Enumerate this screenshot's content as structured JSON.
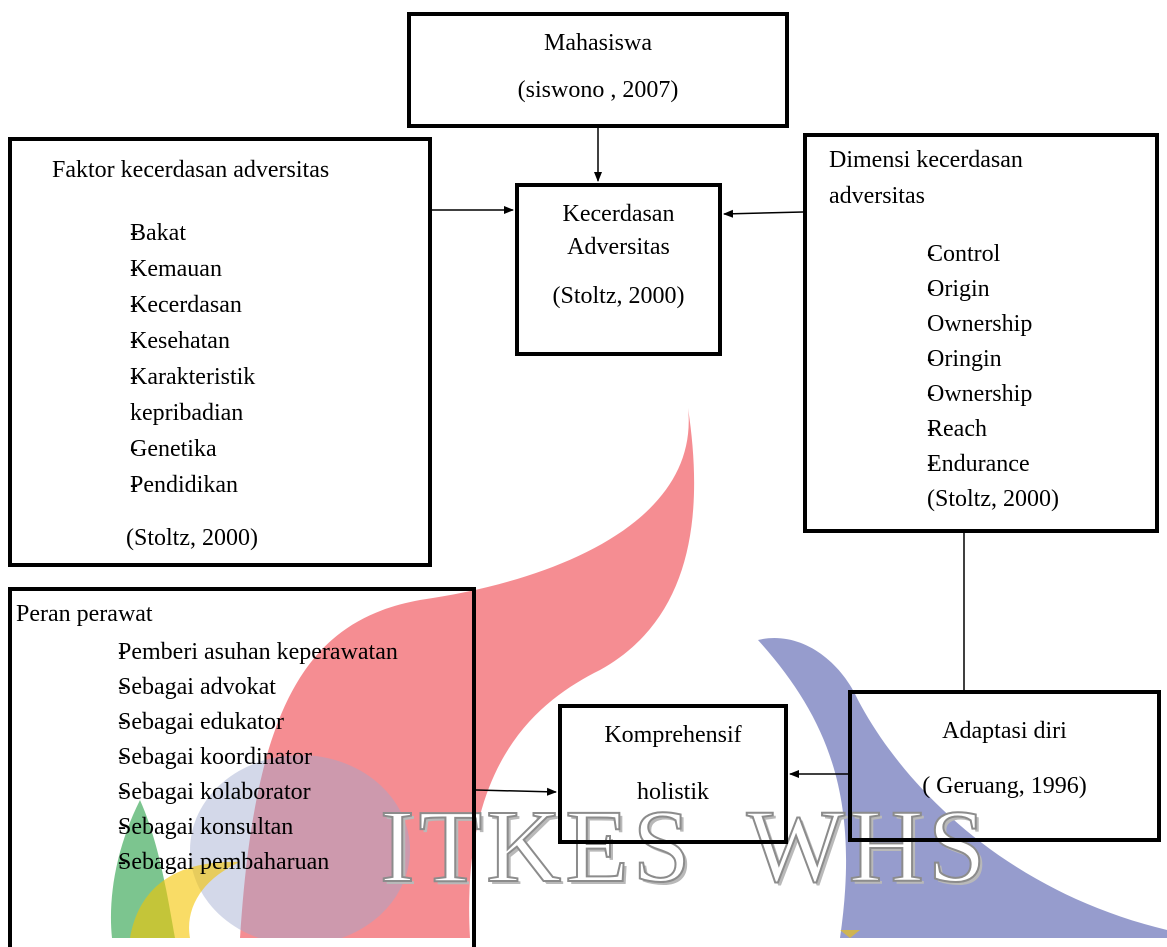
{
  "mahasiswa": {
    "title": "Mahasiswa",
    "citation": "(siswono , 2007)"
  },
  "kecerdasan": {
    "line1": "Kecerdasan",
    "line2": "Adversitas",
    "citation": "(Stoltz, 2000)"
  },
  "faktor": {
    "title": "Faktor kecerdasan adversitas",
    "items": [
      "Bakat",
      "Kemauan",
      "Kecerdasan",
      "Kesehatan",
      "Karakteristik",
      "Genetika",
      "Pendidikan"
    ],
    "item_continuation": "kepribadian",
    "citation": "(Stoltz, 2000)"
  },
  "dimensi": {
    "title_line1": "Dimensi kecerdasan",
    "title_line2": "adversitas",
    "items": [
      "Control",
      "Origin",
      "Oringin",
      "Ownership",
      "Reach",
      "Endurance"
    ],
    "origin_continuation": "Ownership",
    "citation": "(Stoltz, 2000)"
  },
  "peran": {
    "title": "Peran perawat",
    "items": [
      "Pemberi asuhan keperawatan",
      "Sebagai advokat",
      "Sebagai edukator",
      "Sebagai koordinator",
      "Sebagai kolaborator",
      "Sebagai konsultan",
      "Sebagai pembaharuan"
    ]
  },
  "komprehensif": {
    "line1": "Komprehensif",
    "line2": "holistik"
  },
  "adaptasi": {
    "title": "Adaptasi diri",
    "citation": "( Geruang, 1996)"
  },
  "watermark": {
    "text_left": "ITKES",
    "text_right": "WHS",
    "colors": {
      "red": "#ee3b43",
      "blue": "#4a55a8",
      "green": "#2ca24b",
      "yellow": "#f5c400"
    }
  }
}
